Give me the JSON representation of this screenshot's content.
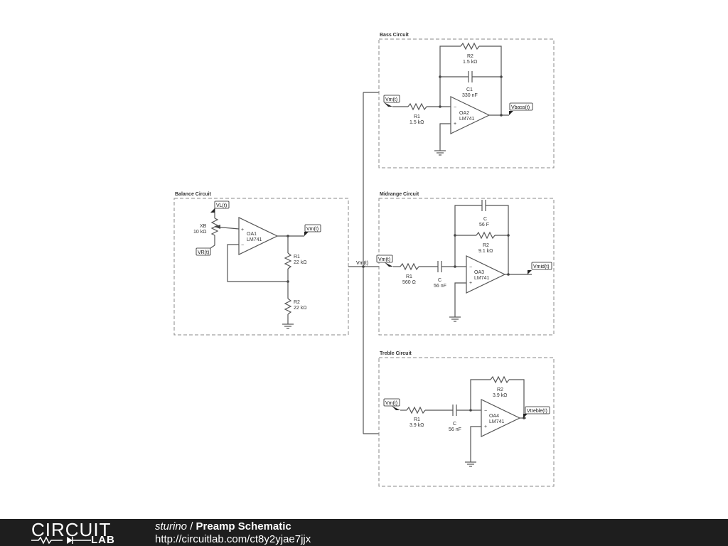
{
  "sections": {
    "balance": "Balance Circuit",
    "bass": "Bass Circuit",
    "midrange": "Midrange Circuit",
    "treble": "Treble Circuit"
  },
  "balance": {
    "pot_name": "XB",
    "pot_value": "10 kΩ",
    "opamp_name": "OA1",
    "opamp_model": "LM741",
    "r1_name": "R1",
    "r1_value": "22 kΩ",
    "r2_name": "R2",
    "r2_value": "22 kΩ",
    "in_left": "VL(t)",
    "in_right": "VR(t)",
    "out": "Vm(t)"
  },
  "bus_label": "Vm(t)",
  "bass": {
    "in": "Vm(t)",
    "out": "Vbass(t)",
    "r1_name": "R1",
    "r1_value": "1.5 kΩ",
    "r2_name": "R2",
    "r2_value": "1.5 kΩ",
    "c1_name": "C1",
    "c1_value": "330 nF",
    "opamp_name": "OA2",
    "opamp_model": "LM741"
  },
  "midrange": {
    "in": "Vm(t)",
    "out": "Vmid(t)",
    "r1_name": "R1",
    "r1_value": "560 Ω",
    "c_in_name": "C",
    "c_in_value": "56 nF",
    "c_fb_name": "C",
    "c_fb_value": "56 F",
    "r2_name": "R2",
    "r2_value": "9.1 kΩ",
    "opamp_name": "OA3",
    "opamp_model": "LM741"
  },
  "treble": {
    "in": "Vm(t)",
    "out": "Vtreble(t)",
    "r1_name": "R1",
    "r1_value": "3.9 kΩ",
    "c_name": "C",
    "c_value": "56 nF",
    "r2_name": "R2",
    "r2_value": "3.9 kΩ",
    "opamp_name": "OA4",
    "opamp_model": "LM741"
  },
  "footer": {
    "logo_top": "CIRCUIT",
    "logo_bottom": "LAB",
    "author": "sturino",
    "separator": " / ",
    "title": "Preamp Schematic",
    "url": "http://circuitlab.com/ct8y2yjae7jjx"
  }
}
